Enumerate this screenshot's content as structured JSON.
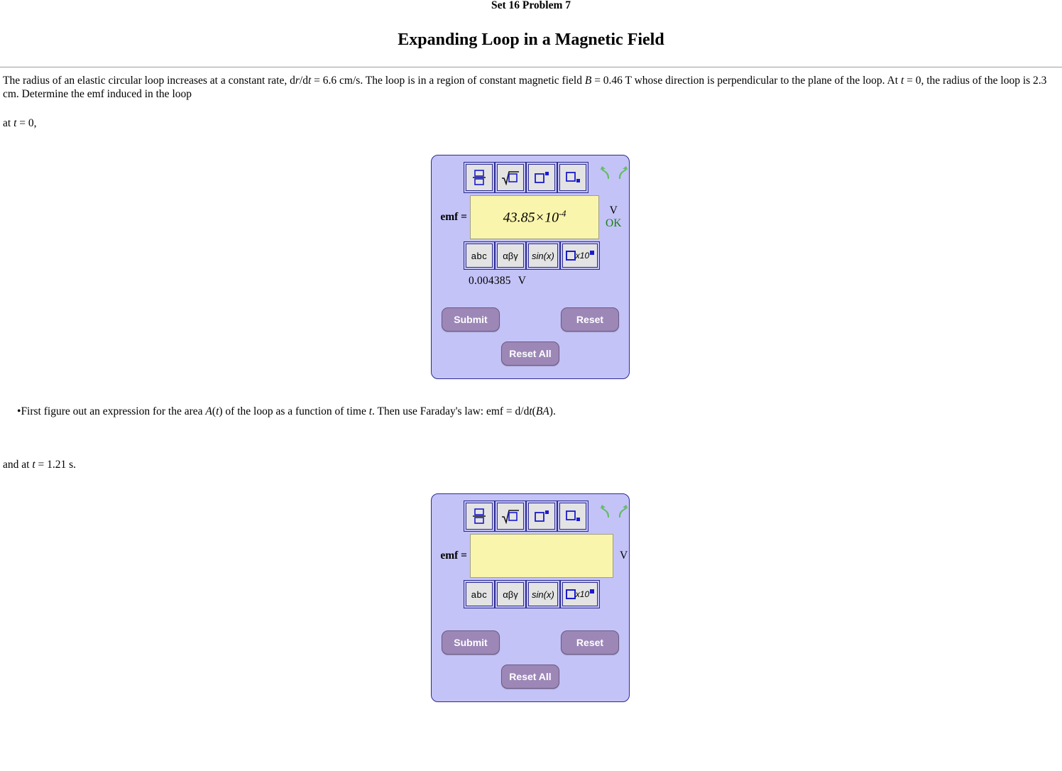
{
  "header": {
    "set_title": "Set 16 Problem 7",
    "main_title": "Expanding Loop in a Magnetic Field"
  },
  "problem": {
    "text_part1": "The radius of an elastic circular loop increases at a constant rate, d",
    "var_r": "r",
    "text_part2": "/d",
    "var_t1": "t",
    "text_part3": " = 6.6 cm/s. The loop is in a region of constant magnetic field ",
    "var_B": "B",
    "text_part4": " = 0.46 T whose direction is perpendicular to the plane of the loop. At ",
    "var_t2": "t",
    "text_part5": " = 0, the radius of the loop is 2.3 cm. Determine the emf induced in the loop",
    "subquestion_a_pre": "at ",
    "subquestion_a_var": "t",
    "subquestion_a_post": " = 0,",
    "subquestion_b_pre": "and at ",
    "subquestion_b_var": "t",
    "subquestion_b_post": " = 1.21 s.",
    "hint_bullet": "•",
    "hint_pre": "First figure out an expression for the area ",
    "hint_A": "A",
    "hint_At_open": "(",
    "hint_t1": "t",
    "hint_At_close": ") of the loop as a function of time ",
    "hint_t2": "t",
    "hint_mid": ". Then use Faraday's law: emf = d/d",
    "hint_t3": "t",
    "hint_open": "(",
    "hint_BA": "BA",
    "hint_close": ")."
  },
  "widget1": {
    "label": "emf =",
    "toolbar_top": [
      {
        "name": "fraction-button",
        "title": "fraction"
      },
      {
        "name": "sqrt-button",
        "title": "square root"
      },
      {
        "name": "superscript-button",
        "title": "superscript"
      },
      {
        "name": "subscript-button",
        "title": "subscript"
      }
    ],
    "undo_label": "undo",
    "redo_label": "redo",
    "answer_mantissa": "43.85×10",
    "answer_exponent": "-4",
    "unit": "V",
    "status": "OK",
    "toolbar_bottom": [
      {
        "name": "abc-button",
        "label": "abc"
      },
      {
        "name": "greek-button",
        "label": "αβγ"
      },
      {
        "name": "functions-button",
        "label": "sin(x)"
      },
      {
        "name": "scientific-notation-button",
        "label": "x10"
      }
    ],
    "numeric_value": "0.004385",
    "numeric_unit": "V",
    "submit_label": "Submit",
    "reset_label": "Reset",
    "reset_all_label": "Reset All"
  },
  "widget2": {
    "label": "emf =",
    "toolbar_top": [
      {
        "name": "fraction-button",
        "title": "fraction"
      },
      {
        "name": "sqrt-button",
        "title": "square root"
      },
      {
        "name": "superscript-button",
        "title": "superscript"
      },
      {
        "name": "subscript-button",
        "title": "subscript"
      }
    ],
    "undo_label": "undo",
    "redo_label": "redo",
    "answer_value": "",
    "placeholder": "",
    "unit": "V",
    "toolbar_bottom": [
      {
        "name": "abc-button",
        "label": "abc"
      },
      {
        "name": "greek-button",
        "label": "αβγ"
      },
      {
        "name": "functions-button",
        "label": "sin(x)"
      },
      {
        "name": "scientific-notation-button",
        "label": "x10"
      }
    ],
    "submit_label": "Submit",
    "reset_label": "Reset",
    "reset_all_label": "Reset All"
  },
  "colors": {
    "panel_bg": "#c4c3f7",
    "panel_border": "#2b2b8f",
    "input_bg": "#faf5ac",
    "button_bg": "#9c87b7",
    "status_green": "#1a7c1a",
    "icon_blue": "#1a1ad0",
    "arrow_green": "#66bb66"
  }
}
